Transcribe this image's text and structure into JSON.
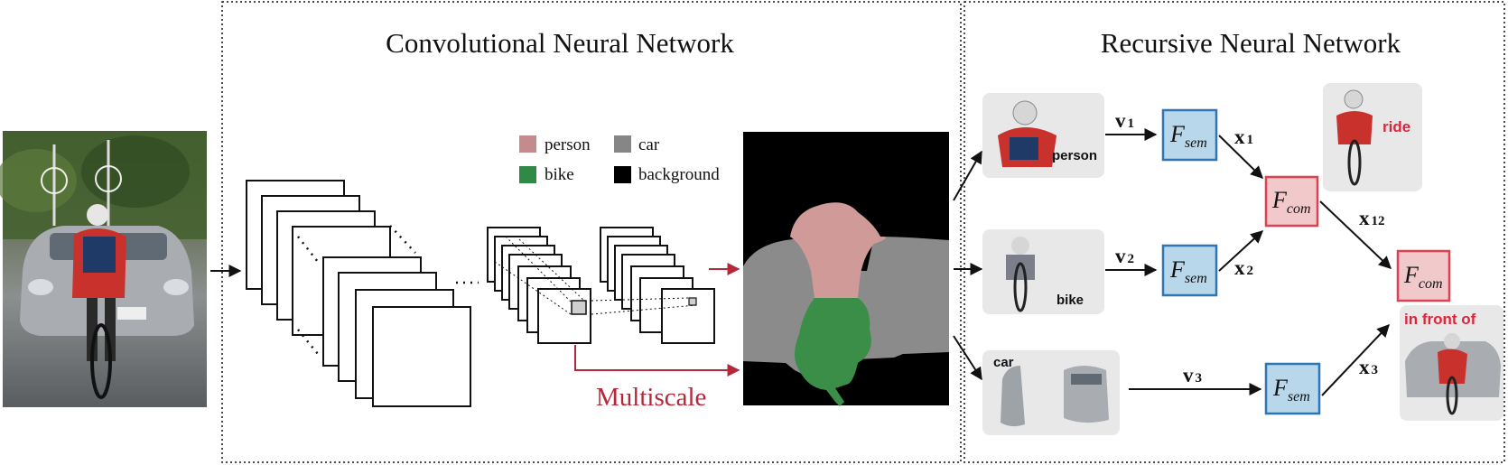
{
  "sections": {
    "cnn_title": "Convolutional Neural Network",
    "rnn_title": "Recursive Neural Network"
  },
  "legend": [
    {
      "label": "person",
      "color": "#c48a8c"
    },
    {
      "label": "car",
      "color": "#868686"
    },
    {
      "label": "bike",
      "color": "#2f8a45"
    },
    {
      "label": "background",
      "color": "#000000"
    }
  ],
  "multiscale_label": "Multiscale",
  "segment_colors": {
    "person": "#cf9a98",
    "car": "#8b8b8b",
    "bike": "#3a8e47",
    "background": "#000000"
  },
  "object_labels": {
    "person": "person",
    "bike": "bike",
    "car": "car"
  },
  "vectors": {
    "v1": {
      "base": "v",
      "sub": "1"
    },
    "v2": {
      "base": "v",
      "sub": "2"
    },
    "v3": {
      "base": "v",
      "sub": "3"
    },
    "x1": {
      "base": "x",
      "sub": "1"
    },
    "x2": {
      "base": "x",
      "sub": "2"
    },
    "x3": {
      "base": "x",
      "sub": "3"
    },
    "x12": {
      "base": "x",
      "sub": "12"
    }
  },
  "functions": {
    "sem": {
      "base": "F",
      "sub": "sem",
      "fill": "#b9d7ea",
      "stroke": "#2e75b6"
    },
    "com": {
      "base": "F",
      "sub": "com",
      "fill": "#f2c9cb",
      "stroke": "#e0404f"
    }
  },
  "relations": {
    "ride": "ride",
    "in_front_of": "in front of"
  },
  "colors": {
    "arrow": "#111111",
    "red_arrow": "#b5273a",
    "thumb_bg": "#e8e8e8"
  }
}
